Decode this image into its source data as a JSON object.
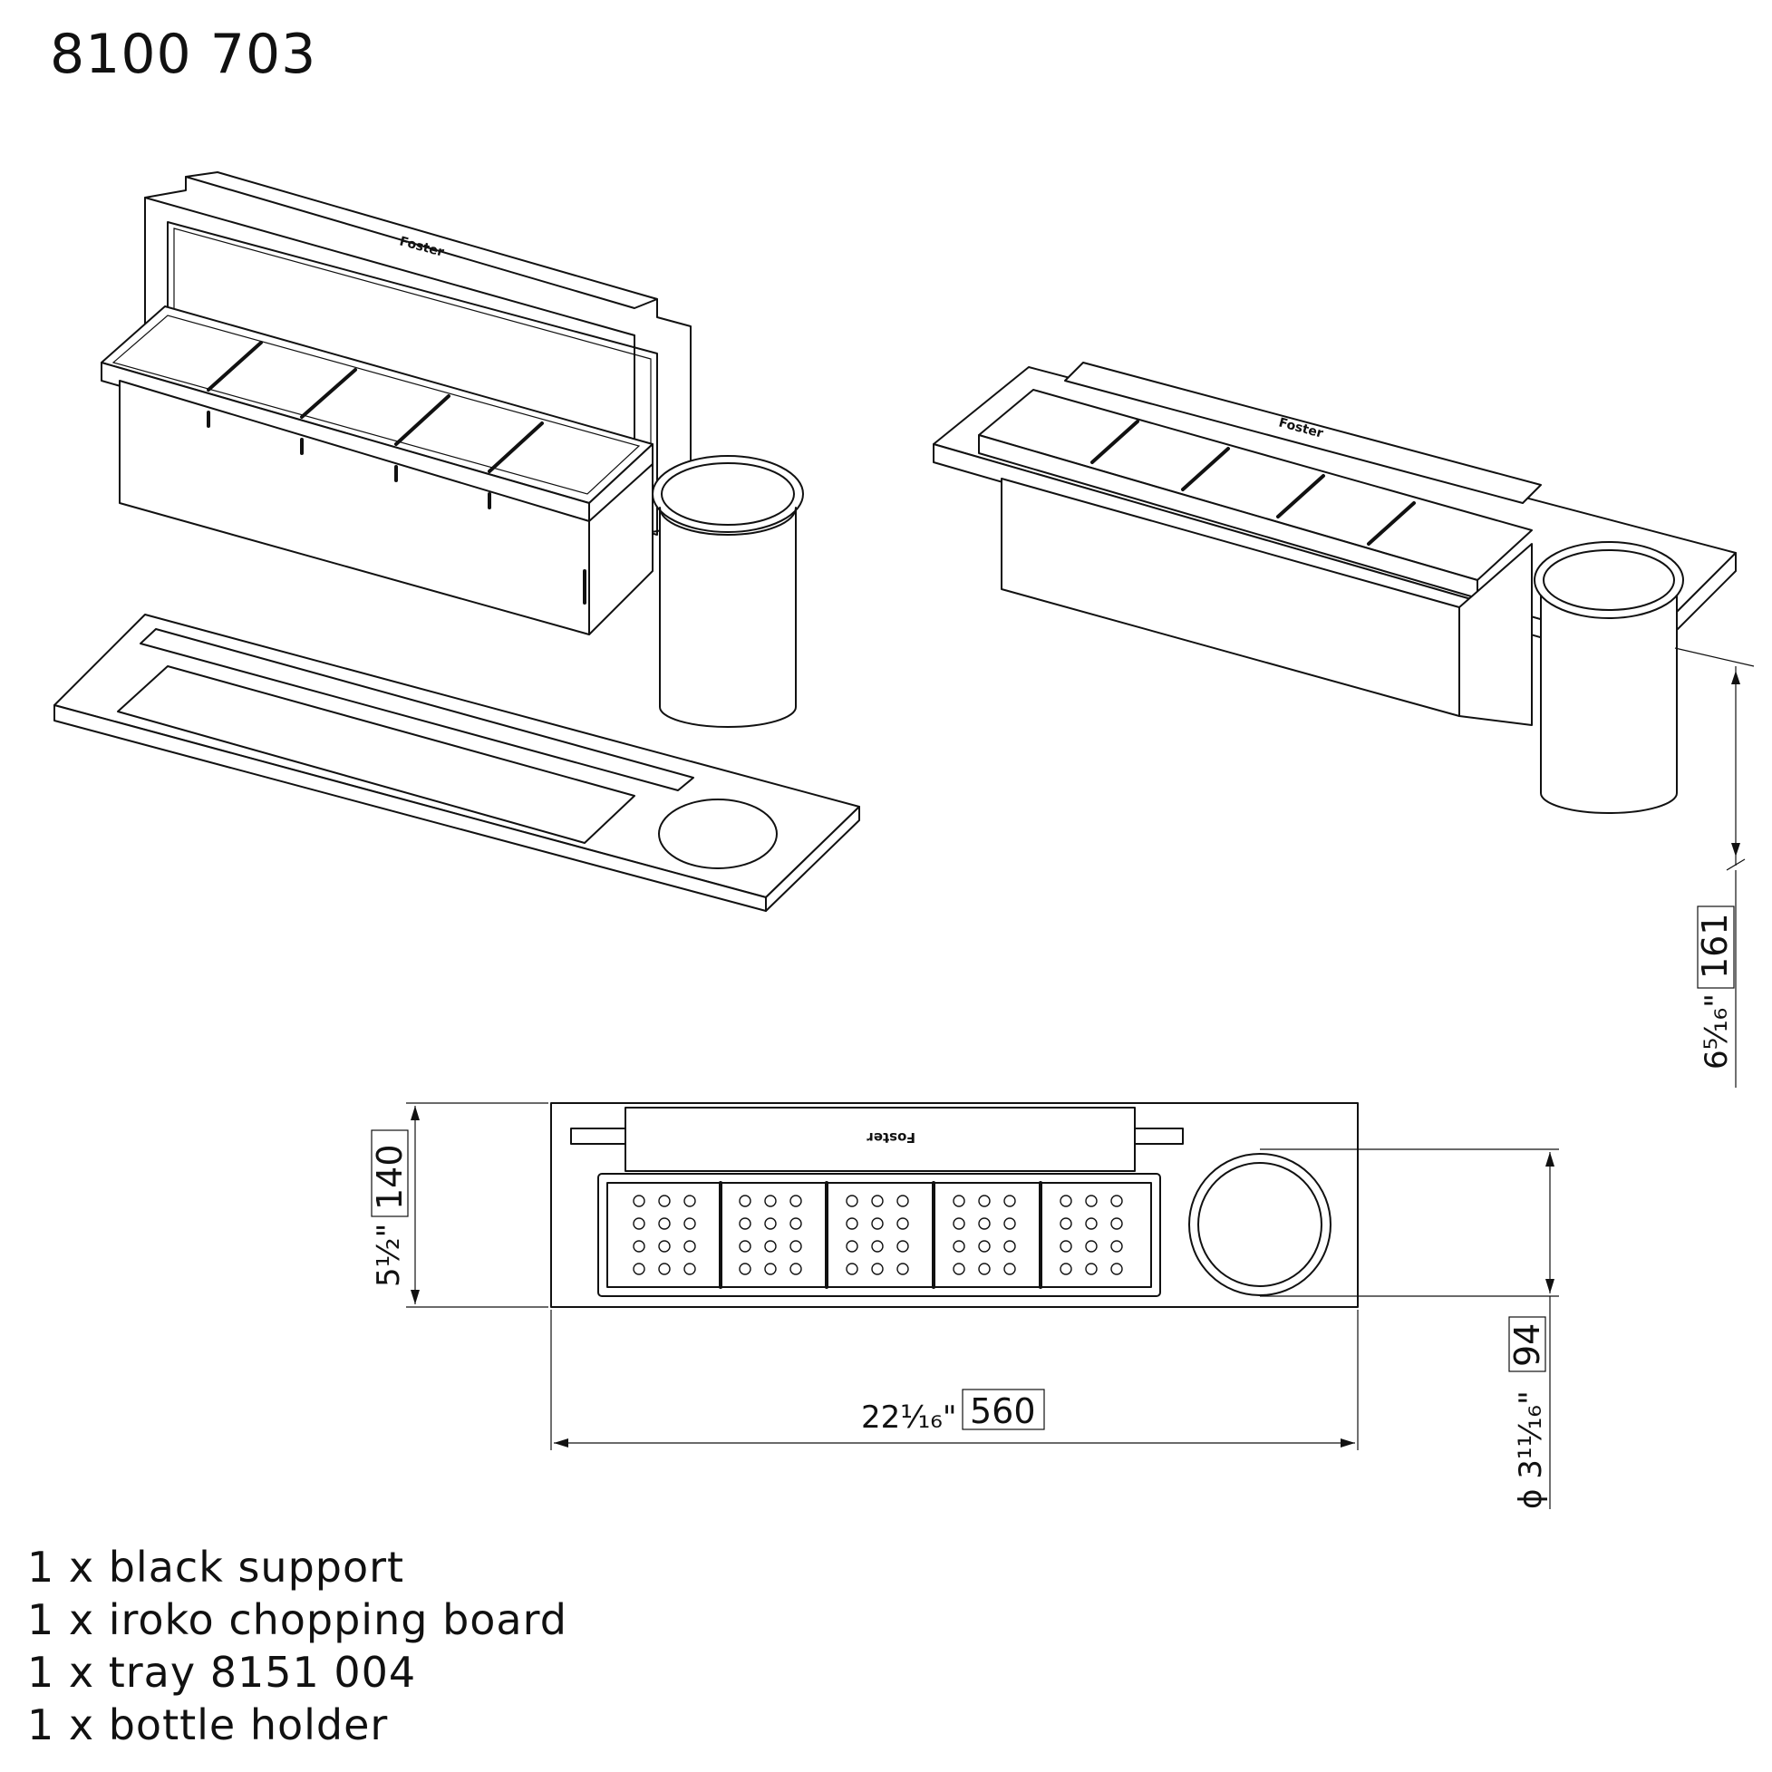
{
  "title": "8100 703",
  "logo_text": "Foster",
  "dimensions": {
    "height_in": "6⁵⁄₁₆\"",
    "height_mm": "161",
    "depth_in": "5½\"",
    "depth_mm": "140",
    "width_in": "22¹⁄₁₆\"",
    "width_mm": "560",
    "diameter_in": "ϕ 3¹¹⁄₁₆\"",
    "diameter_mm": "94"
  },
  "parts": [
    "1 x black support",
    "1 x iroko chopping board",
    "1 x tray 8151 004",
    "1 x bottle holder"
  ]
}
